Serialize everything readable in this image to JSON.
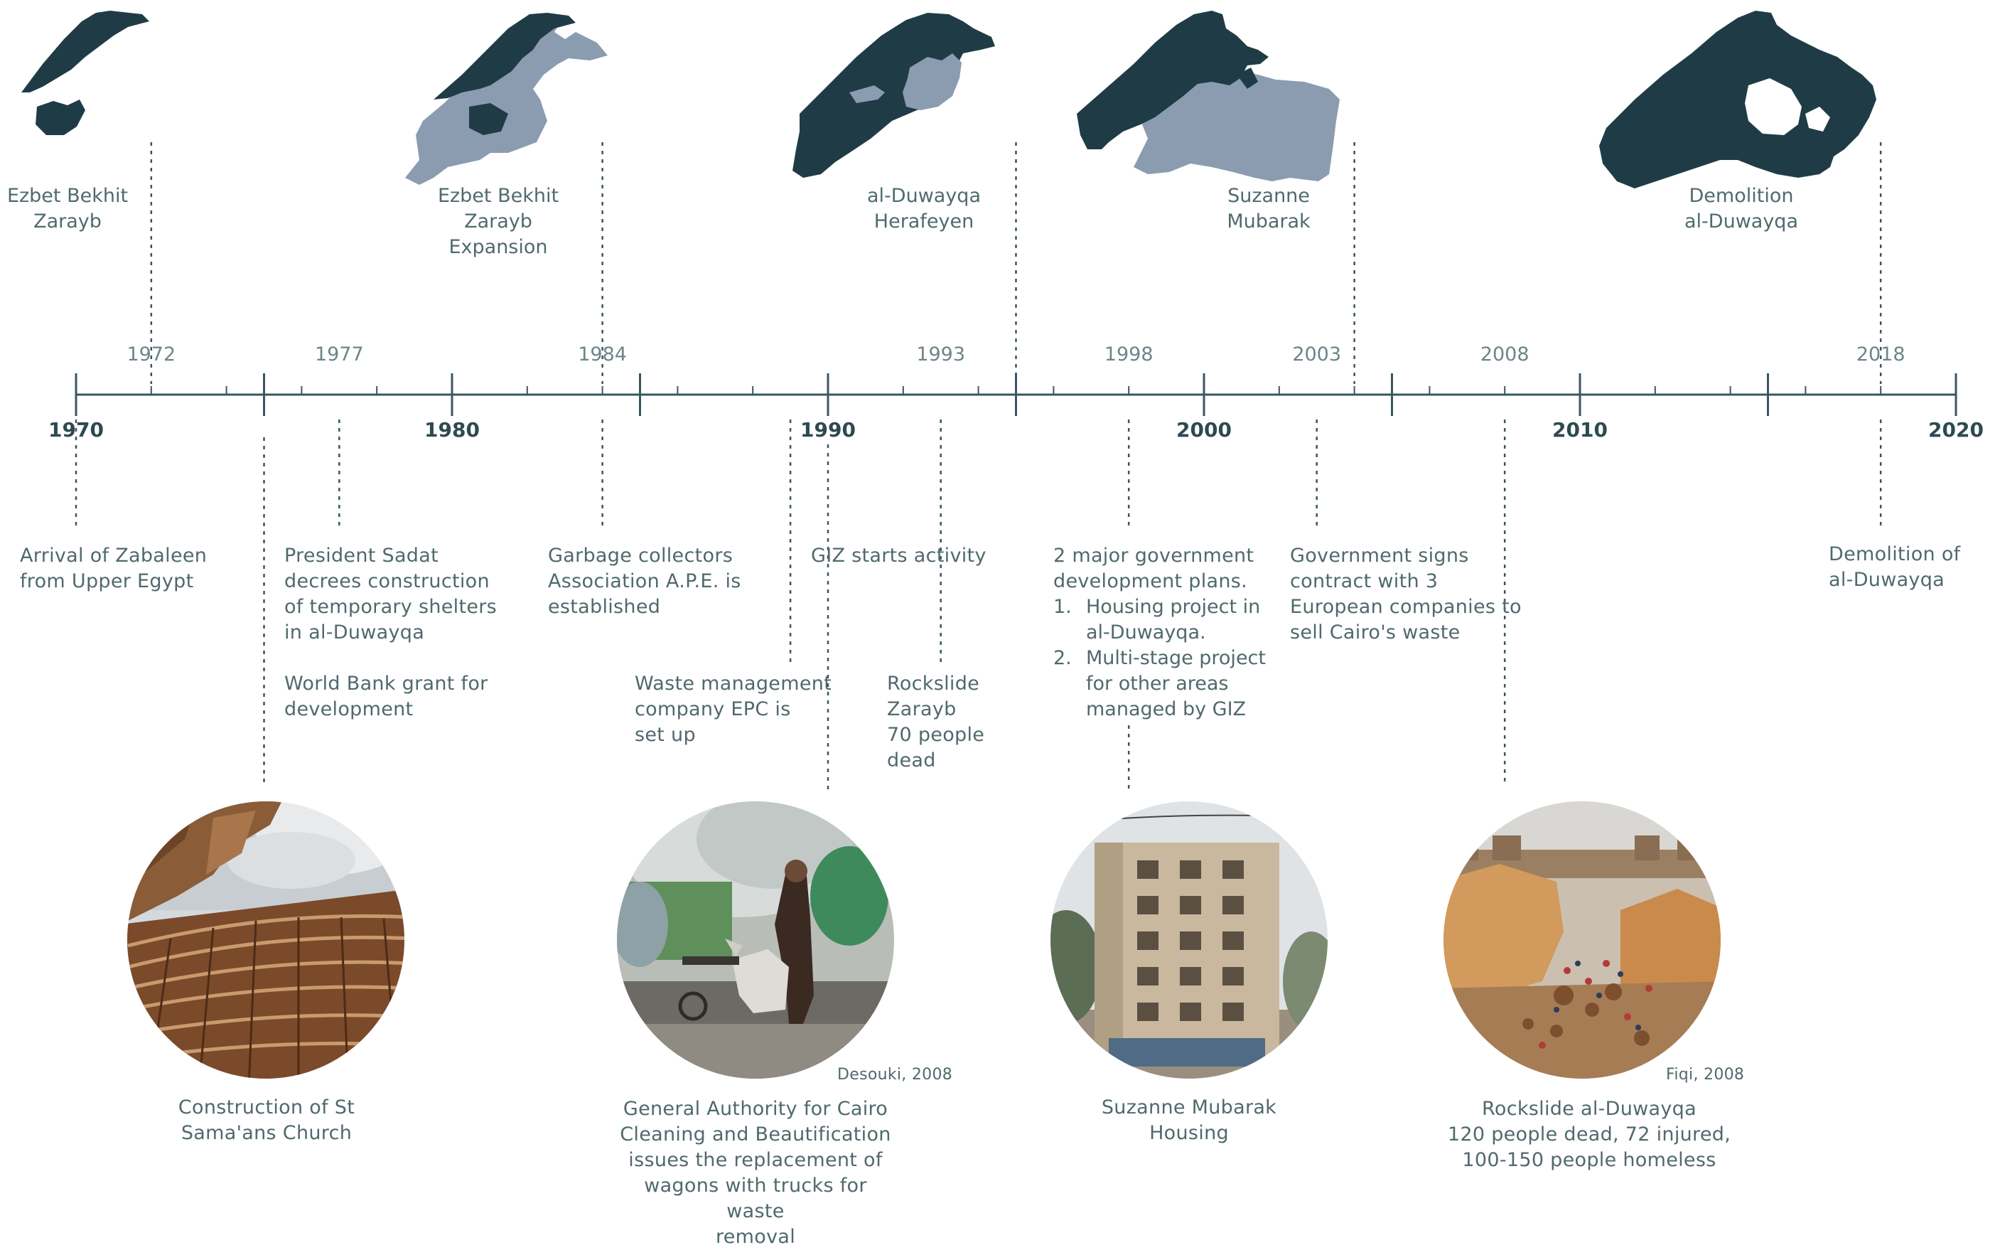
{
  "colors": {
    "dark": "#1f3c46",
    "light": "#8b9cb0",
    "axis": "#3a5760",
    "text": "#50696d"
  },
  "maps": [
    {
      "id": "m1",
      "label": "Ezbet Bekhit\nZarayb",
      "event_year": 1972
    },
    {
      "id": "m2",
      "label": "Ezbet Bekhit\nZarayb\nExpansion",
      "event_year": 1984
    },
    {
      "id": "m3",
      "label": "al-Duwayqa\nHerafeyen",
      "event_year": 1995
    },
    {
      "id": "m4",
      "label": "Suzanne\nMubarak",
      "event_year": 2004
    },
    {
      "id": "m5",
      "label": "Demolition\nal-Duwayqa",
      "event_year": 2018
    }
  ],
  "timeline": {
    "start": 1970,
    "end": 2020,
    "major_labels": [
      "1970",
      "1980",
      "1990",
      "2000",
      "2010",
      "2020"
    ],
    "minor_labels": [
      "1972",
      "1977",
      "1984",
      "1993",
      "1998",
      "2003",
      "2008",
      "2018"
    ]
  },
  "events": [
    {
      "id": "e1",
      "year": 1970,
      "text": "Arrival of Zabaleen\nfrom Upper Egypt"
    },
    {
      "id": "e2",
      "year": 1977,
      "text": "President Sadat\ndecrees construction\nof temporary shelters\nin al-Duwayqa"
    },
    {
      "id": "e2b",
      "year": 1977,
      "text": "World Bank grant for\ndevelopment"
    },
    {
      "id": "e3",
      "year": 1984,
      "text": "Garbage collectors\nAssociation A.P.E. is\nestablished"
    },
    {
      "id": "e4",
      "year": 1989,
      "text": "Waste management\ncompany EPC is\nset up"
    },
    {
      "id": "e5",
      "year": 1990,
      "text": "GIZ starts activity"
    },
    {
      "id": "e6",
      "year": 1993,
      "text": "Rockslide\nZarayb\n70 people\ndead"
    },
    {
      "id": "e7",
      "year": 1998,
      "intro": "2 major government\ndevelopment plans.",
      "items": [
        "Housing project in\nal-Duwayqa.",
        "Multi-stage project\nfor other areas\nmanaged by GIZ"
      ]
    },
    {
      "id": "e8",
      "year": 2003,
      "text": "Government signs\ncontract with 3\nEuropean companies to\nsell Cairo's waste"
    },
    {
      "id": "e9",
      "year": 2018,
      "text": "Demolition of\nal-Duwayqa"
    }
  ],
  "photos": [
    {
      "id": "p1",
      "caption": "Construction of St\nSama'ans Church",
      "credit": ""
    },
    {
      "id": "p2",
      "caption": "General Authority for Cairo\nCleaning and Beautification\nissues the replacement of\nwagons with trucks for waste\nremoval",
      "credit": "Desouki, 2008"
    },
    {
      "id": "p3",
      "caption": "Suzanne Mubarak\nHousing",
      "credit": ""
    },
    {
      "id": "p4",
      "caption": "Rockslide al-Duwayqa\n120 people dead, 72 injured,\n100-150 people homeless",
      "credit": "Fiqi, 2008"
    }
  ]
}
